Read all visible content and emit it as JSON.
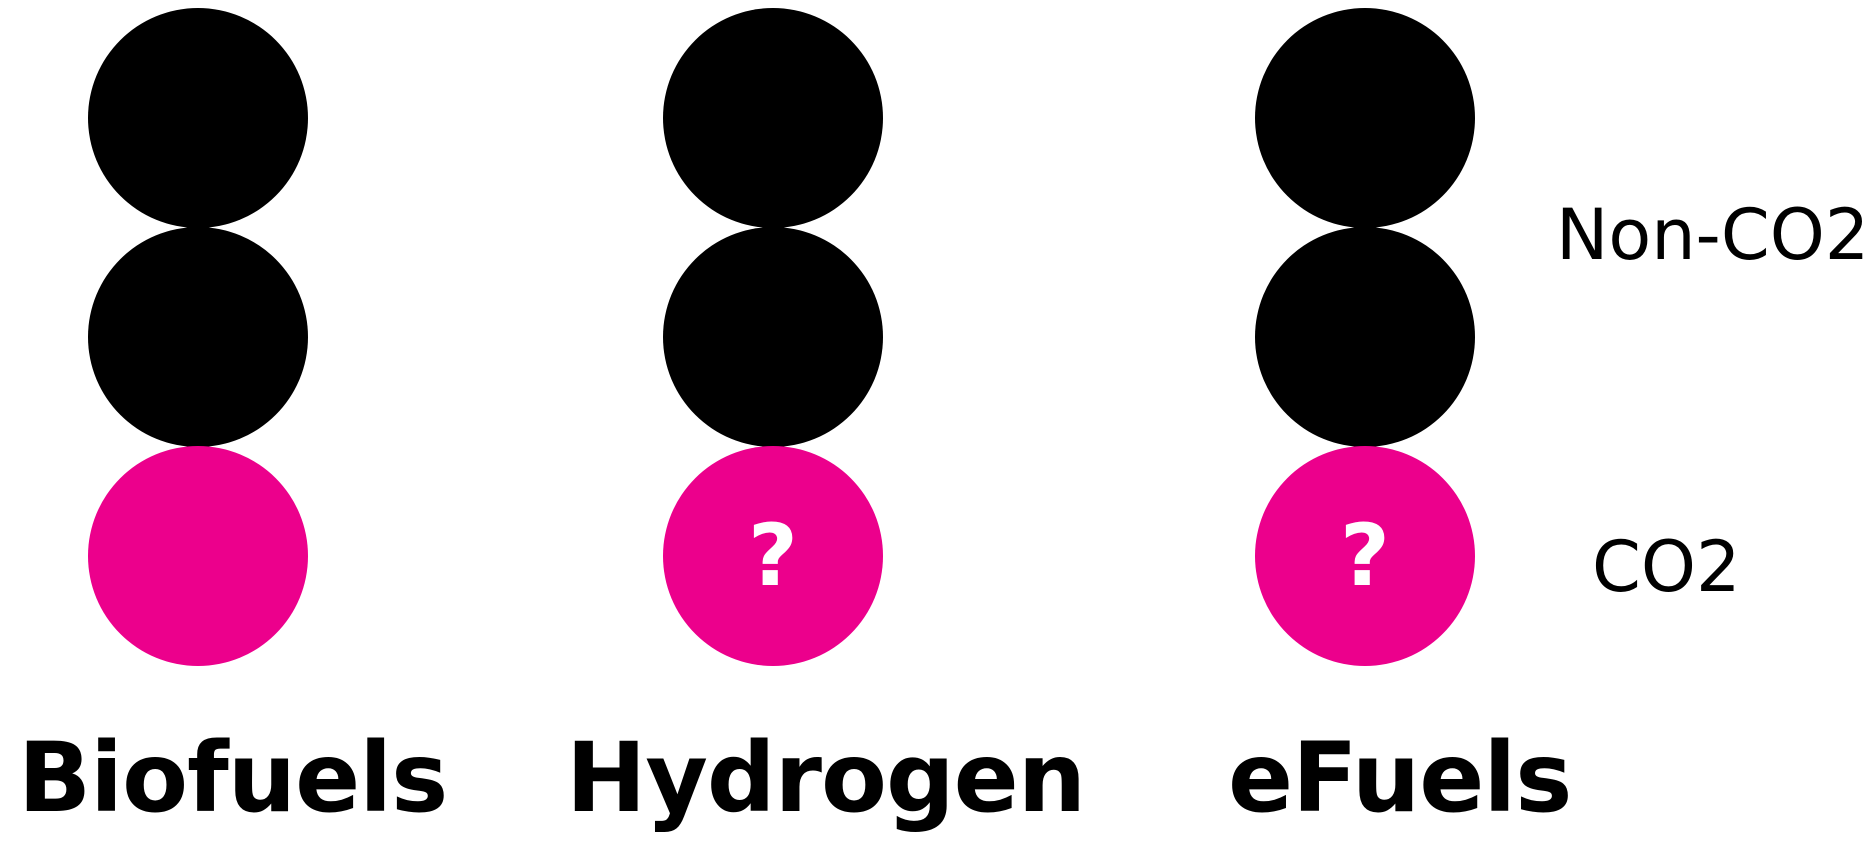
{
  "colors": {
    "non_co2": "#000000",
    "co2": "#ec008c",
    "background": "#ffffff"
  },
  "legend": {
    "non_co2_label": "Non-CO2",
    "co2_label": "CO2"
  },
  "fuels": [
    {
      "name": "Biofuels",
      "co2_mark": ""
    },
    {
      "name": "Hydrogen",
      "co2_mark": "?"
    },
    {
      "name": "eFuels",
      "co2_mark": "?"
    }
  ]
}
